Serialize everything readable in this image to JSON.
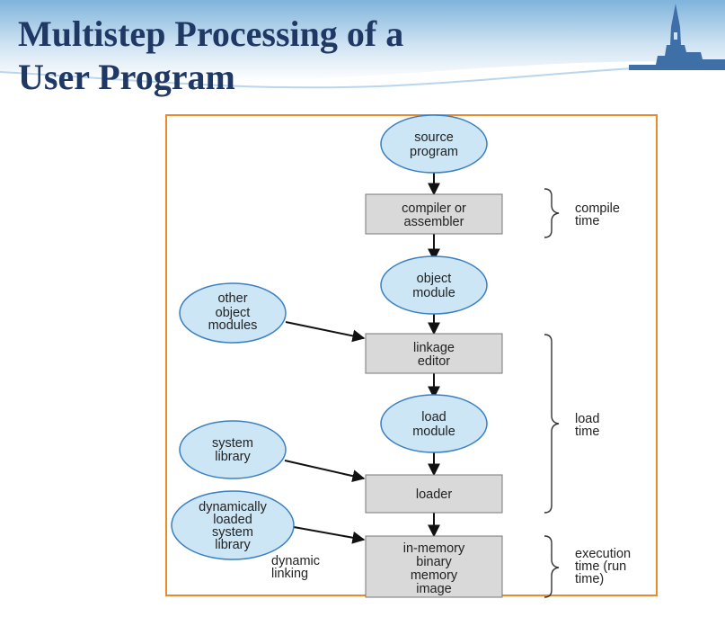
{
  "slide": {
    "title_line1": "Multistep Processing of a",
    "title_line2": "User Program"
  },
  "colors": {
    "title": "#1f3864",
    "node_fill": "#cce6f5",
    "node_stroke": "#3a7fc1",
    "box_fill": "#d9d9d9",
    "frame": "#e88b2a"
  },
  "diagram": {
    "nodes": {
      "source_program": [
        "source",
        "program"
      ],
      "compiler": [
        "compiler or",
        "assembler"
      ],
      "object_module": [
        "object",
        "module"
      ],
      "other_modules": [
        "other",
        "object",
        "modules"
      ],
      "linkage_editor": [
        "linkage",
        "editor"
      ],
      "load_module": [
        "load",
        "module"
      ],
      "system_library": [
        "system",
        "library"
      ],
      "loader": [
        "loader"
      ],
      "dyn_library": [
        "dynamically",
        "loaded",
        "system",
        "library"
      ],
      "in_memory": [
        "in-memory",
        "binary",
        "memory",
        "image"
      ]
    },
    "annotations": {
      "compile_time": [
        "compile",
        "time"
      ],
      "load_time": [
        "load",
        "time"
      ],
      "execution_time": [
        "execution",
        "time (run",
        "time)"
      ],
      "dynamic_linking": [
        "dynamic",
        "linking"
      ]
    }
  }
}
